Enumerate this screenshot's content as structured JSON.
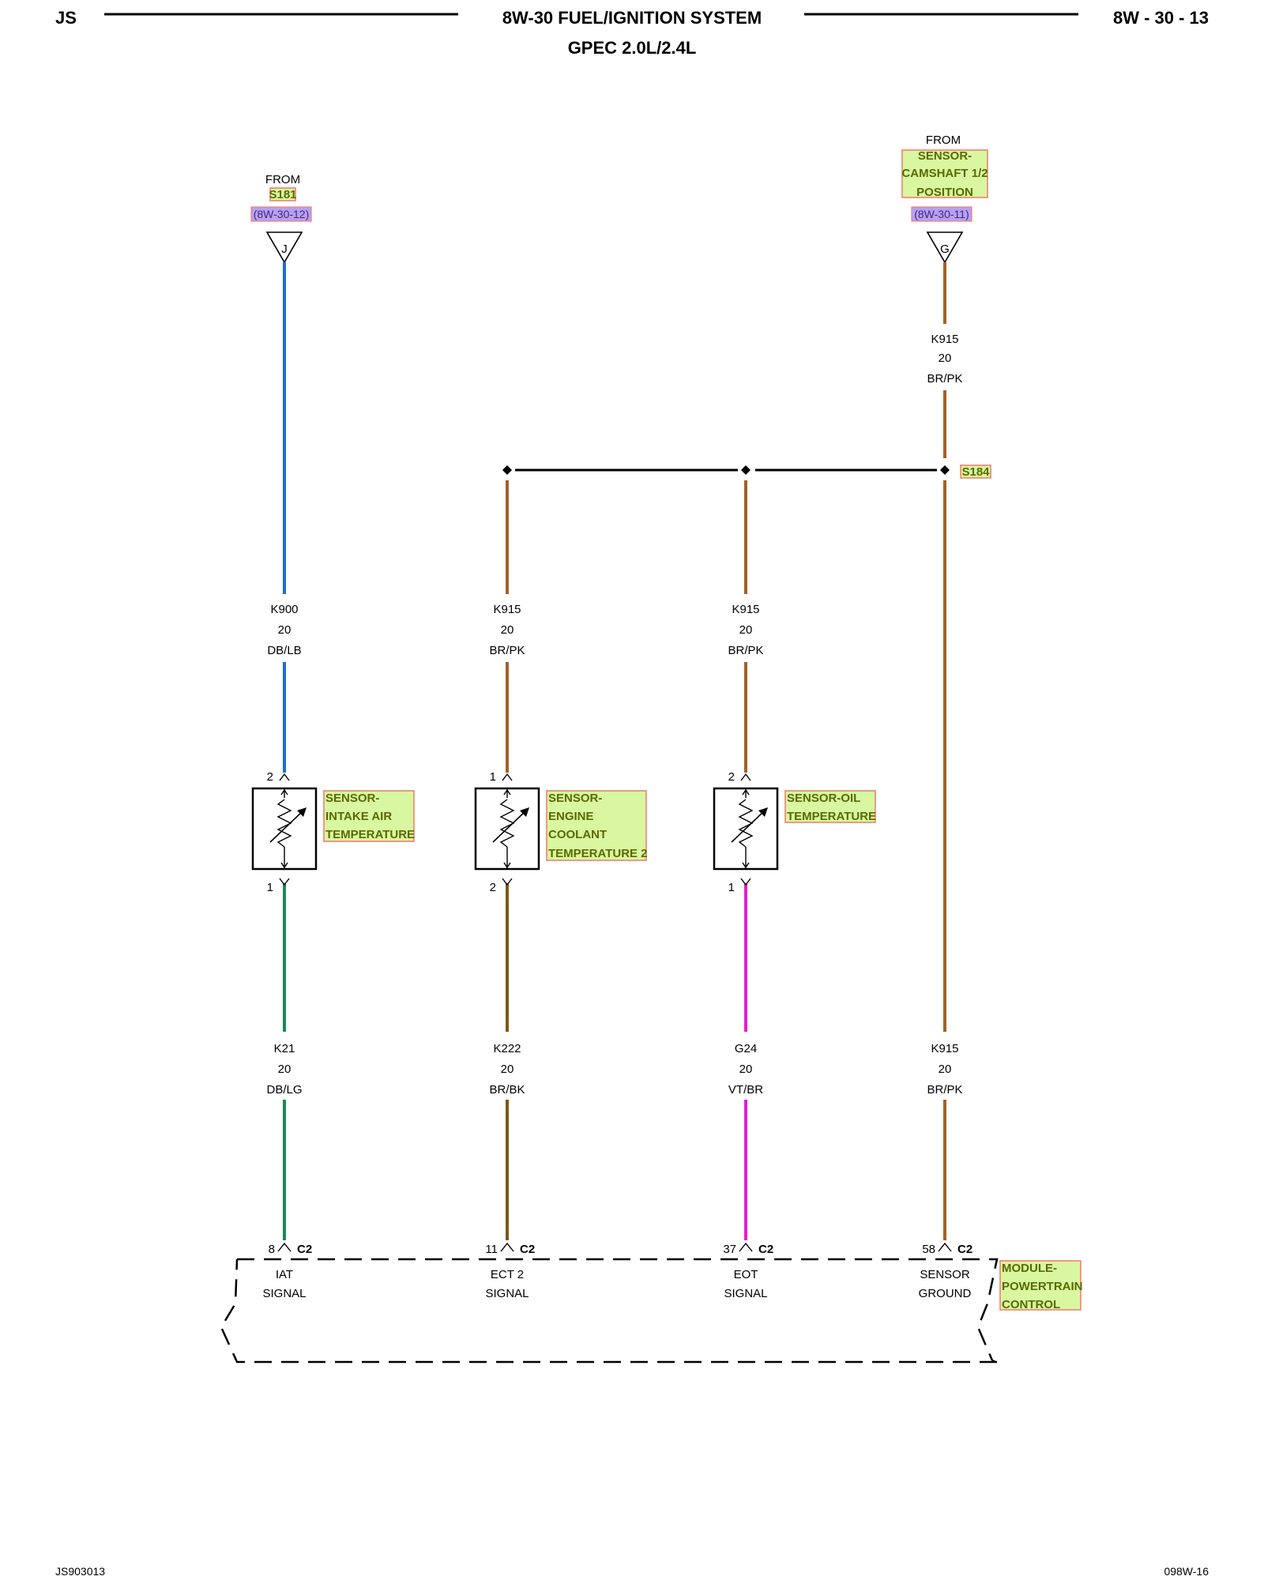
{
  "header": {
    "left": "JS",
    "title": "8W-30 FUEL/IGNITION SYSTEM",
    "subtitle": "GPEC 2.0L/2.4L",
    "page": "8W - 30 - 13"
  },
  "from_left": {
    "from": "FROM",
    "source": "S181",
    "ref": "(8W-30-12)",
    "connector": "J"
  },
  "from_right": {
    "from": "FROM",
    "source_line1": "SENSOR-",
    "source_line2": "CAMSHAFT 1/2",
    "source_line3": "POSITION",
    "ref": "(8W-30-11)",
    "connector": "G"
  },
  "splice": {
    "label": "S184"
  },
  "upper_wires": {
    "iat": {
      "circuit": "K900",
      "gauge": "20",
      "color": "DB/LB"
    },
    "ect": {
      "circuit": "K915",
      "gauge": "20",
      "color": "BR/PK"
    },
    "eot": {
      "circuit": "K915",
      "gauge": "20",
      "color": "BR/PK"
    },
    "cam": {
      "circuit": "K915",
      "gauge": "20",
      "color": "BR/PK"
    }
  },
  "sensors": {
    "iat": {
      "pin_top": "2",
      "pin_bottom": "1",
      "line1": "SENSOR-",
      "line2": "INTAKE AIR",
      "line3": "TEMPERATURE"
    },
    "ect": {
      "pin_top": "1",
      "pin_bottom": "2",
      "line1": "SENSOR-",
      "line2": "ENGINE",
      "line3": "COOLANT",
      "line4": "TEMPERATURE 2"
    },
    "eot": {
      "pin_top": "2",
      "pin_bottom": "1",
      "line1": "SENSOR-OIL",
      "line2": "TEMPERATURE"
    }
  },
  "lower_wires": {
    "iat": {
      "circuit": "K21",
      "gauge": "20",
      "color": "DB/LG"
    },
    "ect": {
      "circuit": "K222",
      "gauge": "20",
      "color": "BR/BK"
    },
    "eot": {
      "circuit": "G24",
      "gauge": "20",
      "color": "VT/BR"
    },
    "gnd": {
      "circuit": "K915",
      "gauge": "20",
      "color": "BR/PK"
    }
  },
  "module": {
    "line1": "MODULE-",
    "line2": "POWERTRAIN",
    "line3": "CONTROL",
    "connector": "C2",
    "pins": [
      {
        "pin": "8",
        "line1": "IAT",
        "line2": "SIGNAL"
      },
      {
        "pin": "11",
        "line1": "ECT 2",
        "line2": "SIGNAL"
      },
      {
        "pin": "37",
        "line1": "EOT",
        "line2": "SIGNAL"
      },
      {
        "pin": "58",
        "line1": "SENSOR",
        "line2": "GROUND"
      }
    ]
  },
  "footer": {
    "left": "JS903013",
    "right": "098W-16"
  },
  "colors": {
    "db_lb": "#1a6fd0",
    "br_pk": "#a0622a",
    "db_lg": "#1a8a55",
    "br_bk": "#7a5a10",
    "vt_br": "#e020d0",
    "label_fill": "#d8f7a0",
    "label_border": "#f08070",
    "ref_fill": "#b8a0f0"
  }
}
